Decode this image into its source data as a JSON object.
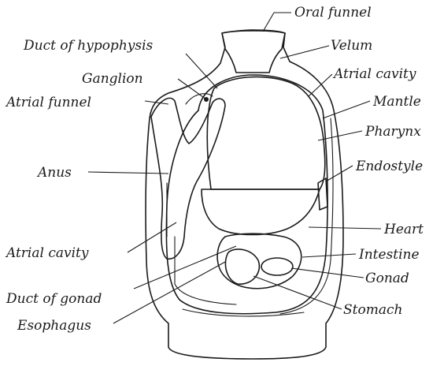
{
  "labels": {
    "oral_funnel": "Oral funnel",
    "duct_of_hypophysis": "Duct of hypophysis",
    "velum": "Velum",
    "ganglion": "Ganglion",
    "atrial_cavity_top": "Atrial cavity",
    "atrial_funnel": "Atrial funnel",
    "mantle": "Mantle",
    "pharynx": "Pharynx",
    "anus": "Anus",
    "endostyle": "Endostyle",
    "heart": "Heart",
    "atrial_cavity_bottom": "Atrial cavity",
    "intestine": "Intestine",
    "duct_of_gonad": "Duct of gonad",
    "gonad": "Gonad",
    "stomach": "Stomach",
    "esophagus": "Esophagus"
  },
  "colors": {
    "ink": "#1a1a1a",
    "tunic": "#e6e6e6",
    "tissue": "#cfcfcf",
    "pharynx": "#bdbdbd",
    "cavity": "#f6f6f6"
  }
}
